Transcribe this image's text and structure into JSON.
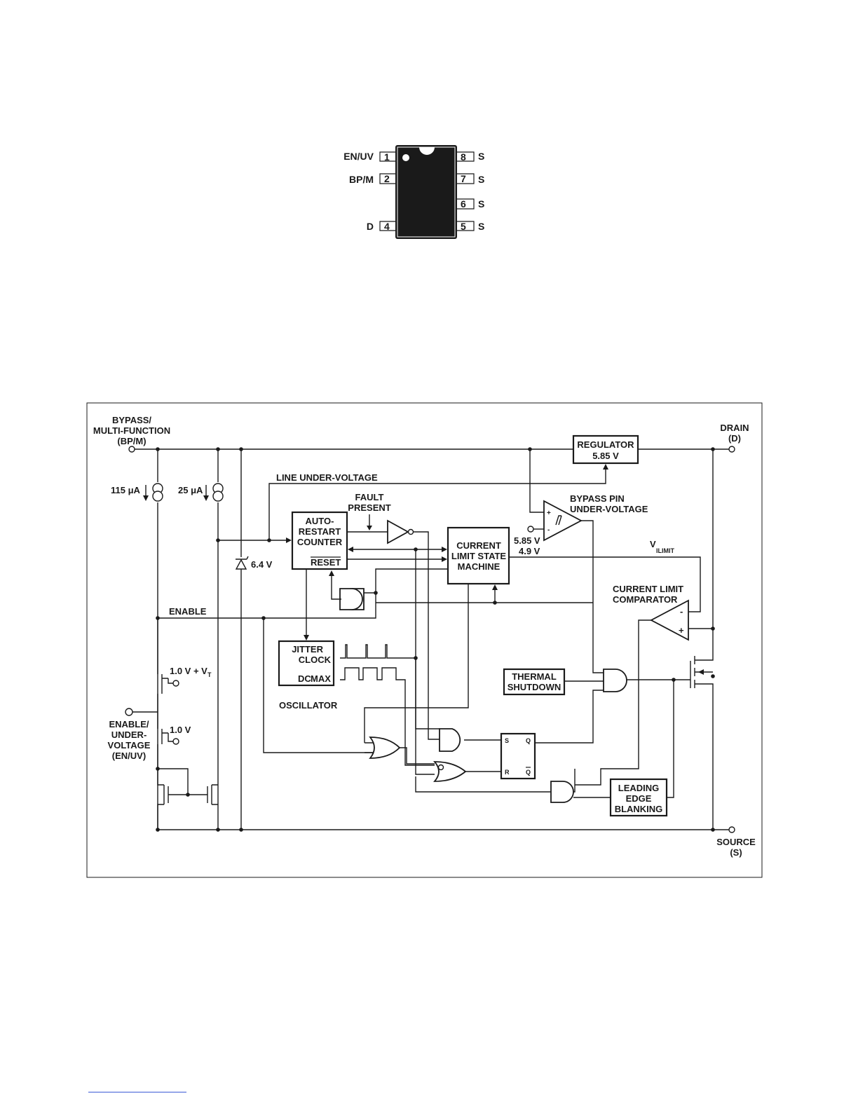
{
  "package": {
    "pins_left": [
      {
        "num": "1",
        "name": "EN/UV"
      },
      {
        "num": "2",
        "name": "BP/M"
      },
      {
        "num": "4",
        "name": "D"
      }
    ],
    "pins_right": [
      {
        "num": "8",
        "name": "S"
      },
      {
        "num": "7",
        "name": "S"
      },
      {
        "num": "6",
        "name": "S"
      },
      {
        "num": "5",
        "name": "S"
      }
    ]
  },
  "diagram": {
    "bypass": [
      "BYPASS/",
      "MULTI-FUNCTION",
      "(BP/M)"
    ],
    "drain": [
      "DRAIN",
      "(D)"
    ],
    "source": [
      "SOURCE",
      "(S)"
    ],
    "regulator": [
      "REGULATOR",
      "5.85 V"
    ],
    "line_uv": "LINE UNDER-VOLTAGE",
    "fault": [
      "FAULT",
      "PRESENT"
    ],
    "auto_restart": [
      "AUTO-",
      "RESTART",
      "COUNTER"
    ],
    "reset": "RESET",
    "current_limit_sm": [
      "CURRENT",
      "LIMIT STATE",
      "MACHINE"
    ],
    "bypass_uv": [
      "BYPASS PIN",
      "UNDER-VOLTAGE"
    ],
    "bp_thresholds": [
      "5.85 V",
      "4.9 V"
    ],
    "vilimit": "V",
    "vilimit_sub": "ILIMIT",
    "cl_comparator": [
      "CURRENT LIMIT",
      "COMPARATOR"
    ],
    "src115": "115 μA",
    "src25": "25 μA",
    "zener": "6.4 V",
    "enable": "ENABLE",
    "jitter": [
      "JITTER",
      "CLOCK"
    ],
    "dcmax": "DC",
    "dcmax_sub": "MAX",
    "oscillator": "OSCILLATOR",
    "thermal": [
      "THERMAL",
      "SHUTDOWN"
    ],
    "leb": [
      "LEADING",
      "EDGE",
      "BLANKING"
    ],
    "vt1": "1.0 V + V",
    "vt1_sub": "T",
    "vt2": "1.0 V",
    "enuv": [
      "ENABLE/",
      "UNDER-",
      "VOLTAGE",
      "(EN/UV)"
    ],
    "ff": {
      "s": "S",
      "r": "R",
      "q": "Q",
      "qbar": "Q"
    },
    "comp_minus": "-",
    "comp_plus": "+",
    "bpuv_plus": "+",
    "bpuv_minus": "-"
  }
}
